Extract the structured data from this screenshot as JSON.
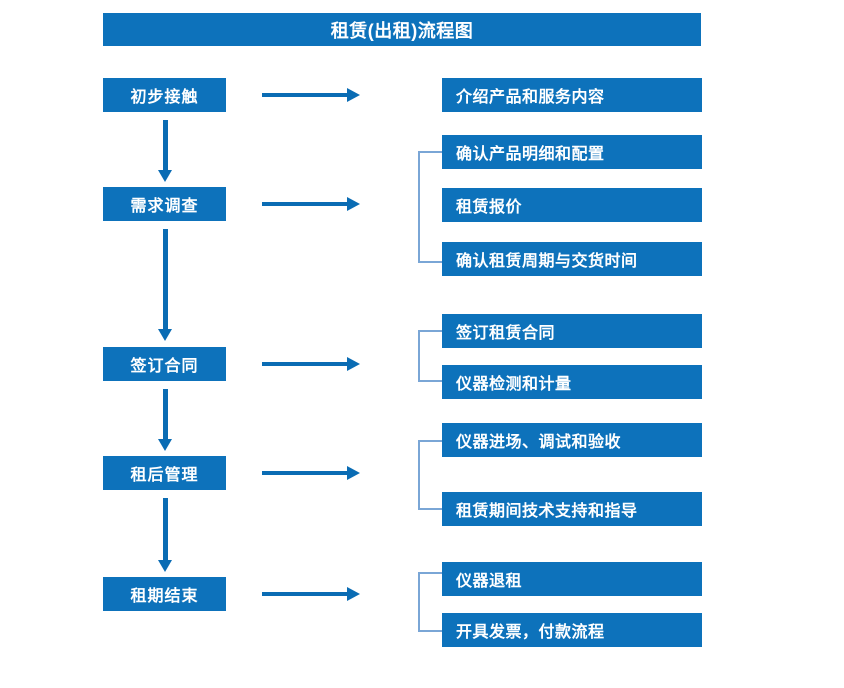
{
  "page": {
    "title": "租赁(出租)流程图",
    "background": "#ffffff",
    "accent": "#0d72bb",
    "arrow_color": "#0a6cb4",
    "bracket_color": "#7aa6d6",
    "text_color": "#ffffff"
  },
  "flow": {
    "stages": [
      {
        "label": "初步接触"
      },
      {
        "label": "需求调查"
      },
      {
        "label": "签订合同"
      },
      {
        "label": "租后管理"
      },
      {
        "label": "租期结束"
      }
    ],
    "details": [
      {
        "label": "介绍产品和服务内容"
      },
      {
        "label": "确认产品明细和配置"
      },
      {
        "label": "租赁报价"
      },
      {
        "label": "确认租赁周期与交货时间"
      },
      {
        "label": "签订租赁合同"
      },
      {
        "label": "仪器检测和计量"
      },
      {
        "label": "仪器进场、调试和验收"
      },
      {
        "label": "租赁期间技术支持和指导"
      },
      {
        "label": "仪器退租"
      },
      {
        "label": "开具发票，付款流程"
      }
    ]
  }
}
